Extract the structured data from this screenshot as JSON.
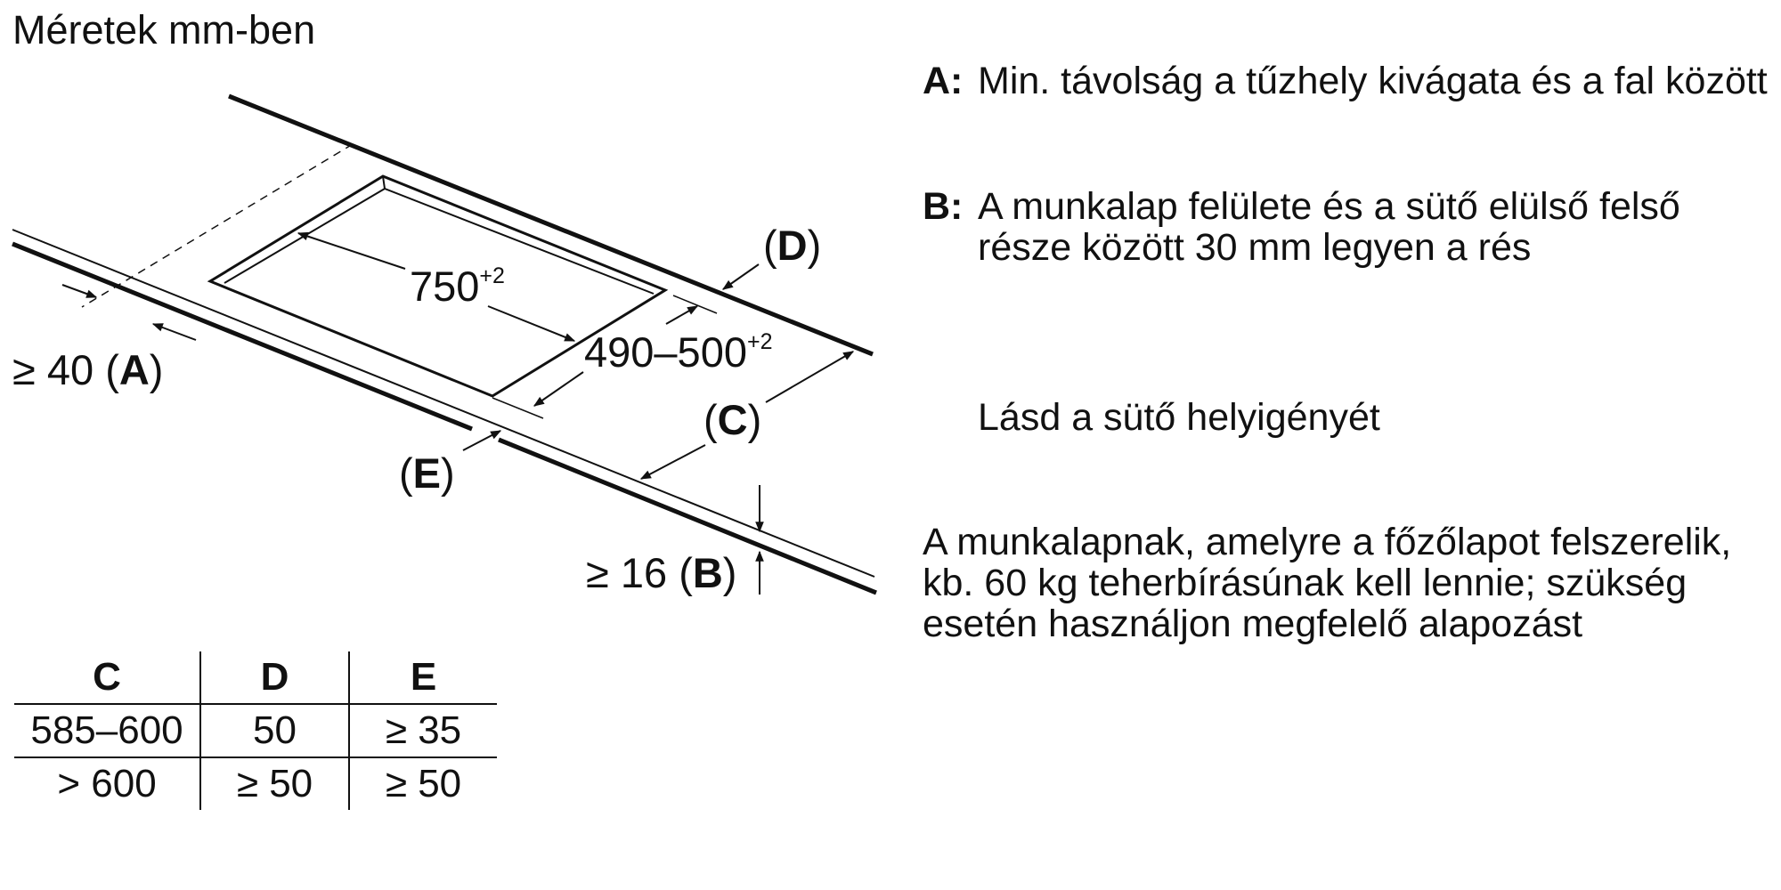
{
  "title": "Méretek mm-ben",
  "diagram": {
    "dim_750": "750",
    "dim_750_tol": "+2",
    "dim_490": "490–500",
    "dim_490_tol": "+2",
    "label_D_open": "(",
    "label_D": "D",
    "label_D_close": ")",
    "label_C_open": "(",
    "label_C": "C",
    "label_C_close": ")",
    "label_E_open": "(",
    "label_E": "E",
    "label_E_close": ")",
    "label_A_prefix": "≥ 40 (",
    "label_A": "A",
    "label_A_close": ")",
    "label_B_prefix": "≥ 16 (",
    "label_B": "B",
    "label_B_close": ")"
  },
  "legend": {
    "a_key": "A:",
    "a_text": "Min. távolság a tűzhely kivágata és a fal között",
    "b_key": "B:",
    "b_text": "A munkalap felülete és a sütő elülső felső része között 30 mm legyen a rés",
    "see_oven": "Lásd a sütő helyigényét",
    "load_note": "A munkalapnak, amelyre a főzőlapot felszerelik, kb. 60 kg teherbírásúnak kell lennie; szükség esetén használjon megfelelő alapozást"
  },
  "table": {
    "headers": [
      "C",
      "D",
      "E"
    ],
    "rows": [
      [
        "585–600",
        "50",
        "≥ 35"
      ],
      [
        "> 600",
        "≥ 50",
        "≥ 50"
      ]
    ]
  }
}
